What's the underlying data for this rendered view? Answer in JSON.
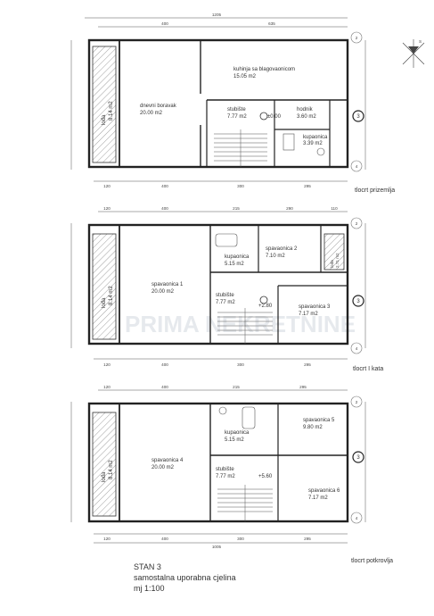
{
  "watermark": "PRIMA NEKRETNINE",
  "north_mark": "S",
  "legend": {
    "line1": "STAN 3",
    "line2": "samostalna uporabna cjelina",
    "line3": "mj 1:100"
  },
  "floors": [
    {
      "caption": "tlocrt prizemlja",
      "rooms": [
        {
          "name": "dnevni boravak",
          "area": "20.00 m2"
        },
        {
          "name": "kuhinja sa blagovaonicom",
          "area": "15.05 m2"
        },
        {
          "name": "stubište",
          "area": "7.77 m2"
        },
        {
          "name": "hodnik",
          "area": "3.60 m2"
        },
        {
          "name": "kupaonica",
          "area": "3.39 m2"
        },
        {
          "name": "lođa",
          "area": "8.14 m2"
        }
      ],
      "level": "±0.00",
      "top_dims": [
        "1205",
        "400",
        "635"
      ],
      "bottom_dims": [
        "120",
        "400",
        "300",
        "295"
      ]
    },
    {
      "caption": "tlocrt I kata",
      "rooms": [
        {
          "name": "spavaonica 1",
          "area": "20.00 m2"
        },
        {
          "name": "spavaonica 2",
          "area": "7.10 m2"
        },
        {
          "name": "kupaonica",
          "area": "5.15 m2"
        },
        {
          "name": "stubište",
          "area": "7.77 m2"
        },
        {
          "name": "spavaonica 3",
          "area": "7.17 m2"
        },
        {
          "name": "lođa",
          "area": "8.14 m2"
        },
        {
          "name": "lođa",
          "area": "2.71 m2"
        }
      ],
      "level": "+2.80",
      "top_dims": [
        "120",
        "400",
        "215",
        "290",
        "110"
      ],
      "bottom_dims": [
        "120",
        "400",
        "300",
        "295"
      ]
    },
    {
      "caption": "tlocrt potkrovlja",
      "rooms": [
        {
          "name": "spavaonica 4",
          "area": "20.00 m2"
        },
        {
          "name": "kupaonica",
          "area": "5.15 m2"
        },
        {
          "name": "stubište",
          "area": "7.77 m2"
        },
        {
          "name": "spavaonica 5",
          "area": "9.80 m2"
        },
        {
          "name": "spavaonica 6",
          "area": "7.17 m2"
        },
        {
          "name": "lođa",
          "area": "8.14 m2"
        }
      ],
      "level": "+5.60",
      "top_dims": [
        "120",
        "400",
        "215",
        "295"
      ],
      "bottom_dims": [
        "120",
        "400",
        "300",
        "295",
        "1005"
      ]
    }
  ],
  "axis_labels": [
    "2",
    "3",
    "4"
  ]
}
